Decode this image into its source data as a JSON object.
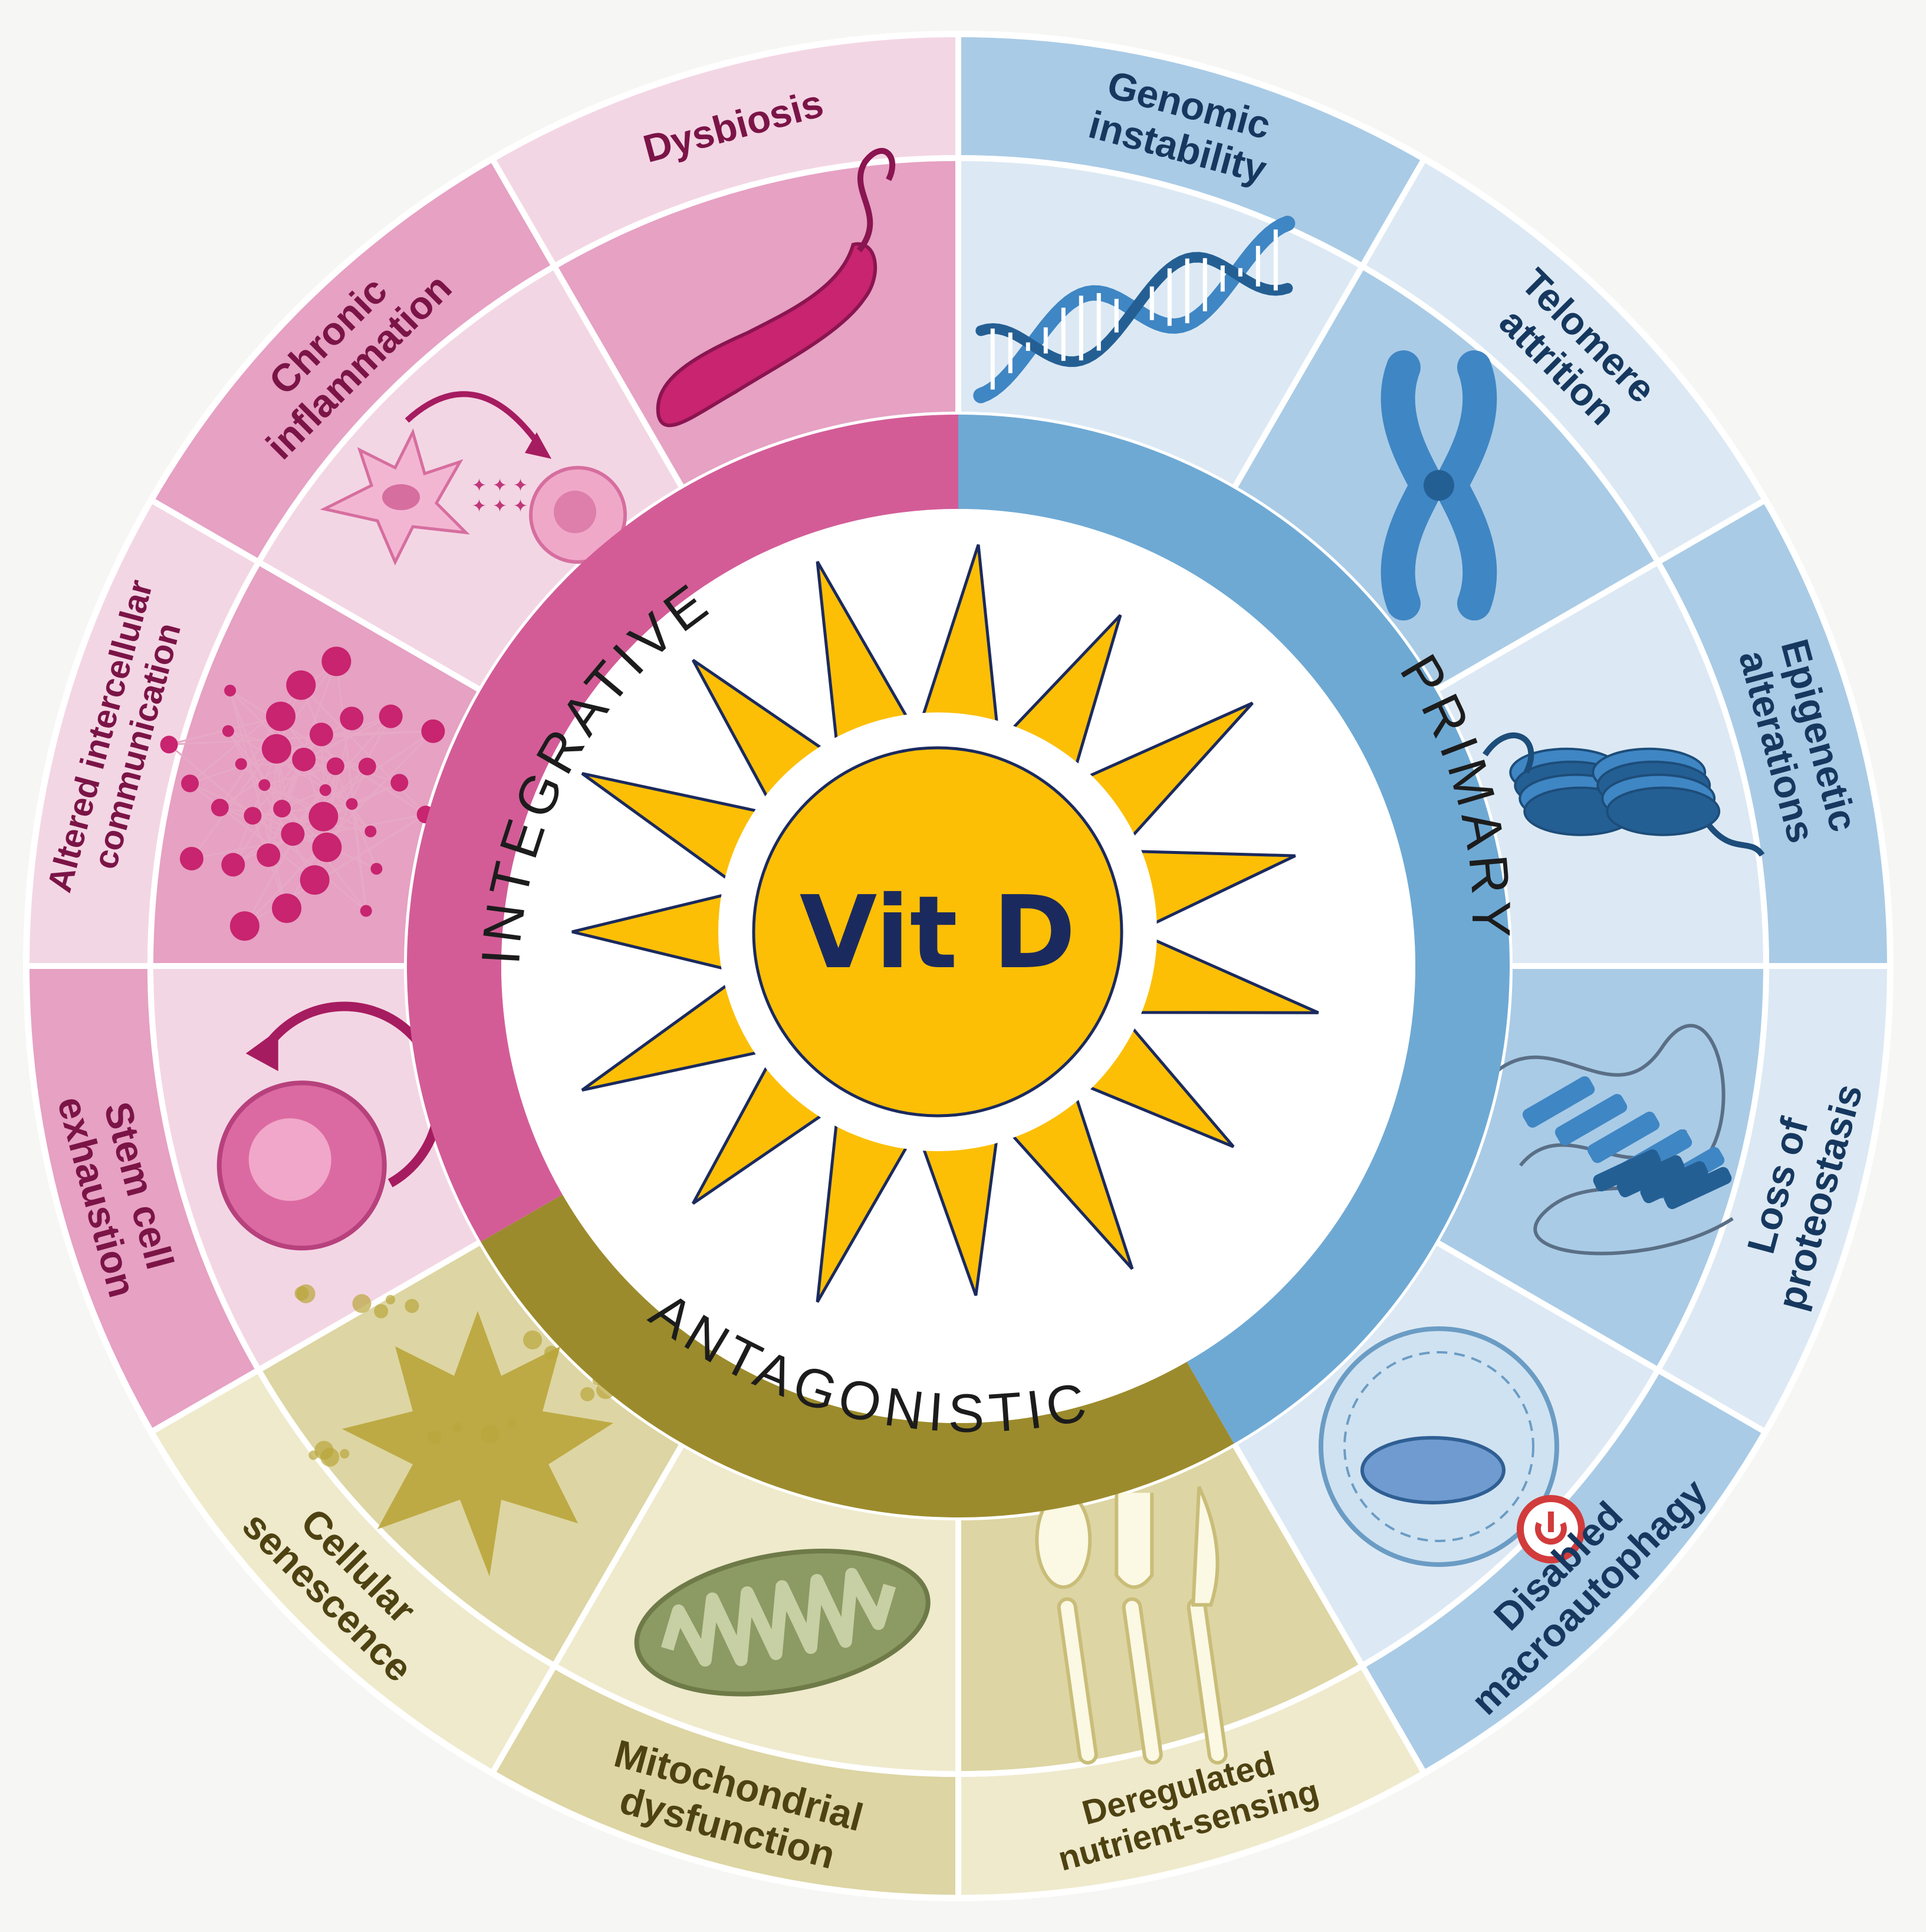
{
  "center": {
    "title": "Vit D"
  },
  "categories": {
    "primary": "PRIMARY",
    "antagonistic": "ANTAGONISTIC",
    "integrative": "INTEGRATIVE"
  },
  "colors": {
    "primary_ring": "#6ea9d4",
    "primary_outer": "#a9cbe6",
    "primary_inner": "#dce9f4",
    "antagonistic_ring": "#9c8b2c",
    "antagonistic_outer": "#ddd5a3",
    "antagonistic_inner": "#efeacc",
    "integrative_ring": "#d35c97",
    "integrative_outer": "#e6a1c3",
    "integrative_inner": "#f3d6e4",
    "sun": "#fcbf06",
    "sun_outline": "#1b2a5e"
  },
  "hallmarks": [
    {
      "label_lines": [
        "Genomic",
        "instability"
      ],
      "group": "primary",
      "icon": "dna-icon"
    },
    {
      "label_lines": [
        "Telomere",
        "attrition"
      ],
      "group": "primary",
      "icon": "chromosome-icon"
    },
    {
      "label_lines": [
        "Epigenetic",
        "alterations"
      ],
      "group": "primary",
      "icon": "nucleosome-icon"
    },
    {
      "label_lines": [
        "Loss of",
        "proteostasis"
      ],
      "group": "primary",
      "icon": "protein-icon"
    },
    {
      "label_lines": [
        "Disabled",
        "macroautophagy"
      ],
      "group": "primary",
      "icon": "autophagosome-icon"
    },
    {
      "label_lines": [
        "Deregulated",
        "nutrient-sensing"
      ],
      "group": "antagonistic",
      "icon": "cutlery-icon"
    },
    {
      "label_lines": [
        "Mitochondrial",
        "dysfunction"
      ],
      "group": "antagonistic",
      "icon": "mitochondrion-icon"
    },
    {
      "label_lines": [
        "Cellular",
        "senescence"
      ],
      "group": "antagonistic",
      "icon": "leaf-icon"
    },
    {
      "label_lines": [
        "Stem cell",
        "exhaustion"
      ],
      "group": "integrative",
      "icon": "stem-cell-icon"
    },
    {
      "label_lines": [
        "Altered intercellular",
        "communication"
      ],
      "group": "integrative",
      "icon": "network-icon"
    },
    {
      "label_lines": [
        "Chronic",
        "inflammation"
      ],
      "group": "integrative",
      "icon": "macrophage-icon"
    },
    {
      "label_lines": [
        "Dysbiosis"
      ],
      "group": "integrative",
      "icon": "bacterium-icon"
    }
  ]
}
